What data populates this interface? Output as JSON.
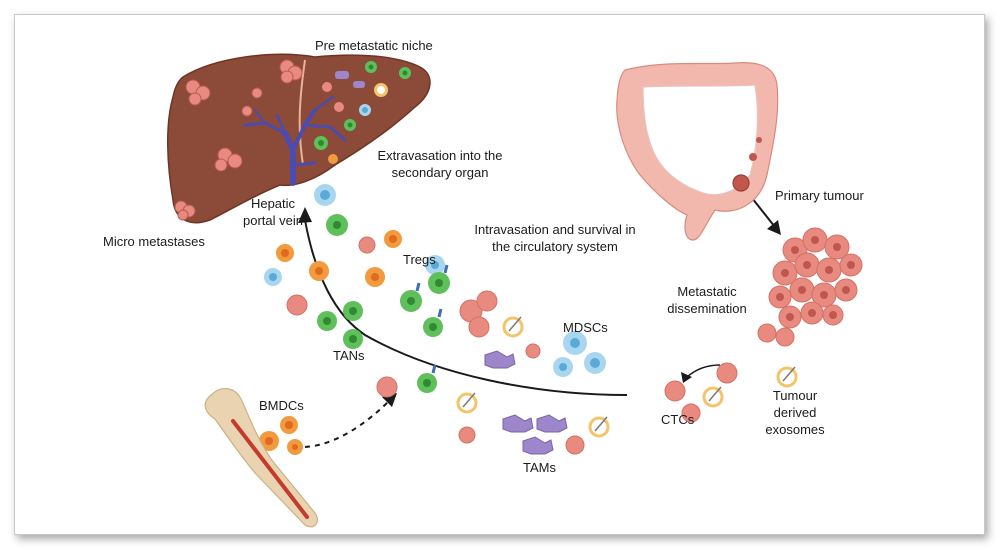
{
  "labels": {
    "pre_metastatic_niche": "Pre metastatic niche",
    "extravasation_1": "Extravasation into the",
    "extravasation_2": "secondary organ",
    "hepatic_1": "Hepatic",
    "hepatic_2": "portal vein",
    "micro_metastases": "Micro metastases",
    "intravasation_1": "Intravasation and survival in",
    "intravasation_2": "the circulatory system",
    "tregs": "Tregs",
    "mdscs": "MDSCs",
    "tans": "TANs",
    "bmdcs": "BMDCs",
    "tams": "TAMs",
    "ctcs": "CTCs",
    "primary_tumour": "Primary tumour",
    "metastatic_1": "Metastatic",
    "metastatic_2": "dissemination",
    "tumour_1": "Tumour",
    "tumour_2": "derived",
    "tumour_3": "exosomes"
  },
  "colors": {
    "liver": "#8c4a38",
    "liver_dark": "#6e3526",
    "portal_vein": "#4b4bb0",
    "colon": "#f2b7ad",
    "colon_dark": "#d98a7f",
    "tumour_cell": "#e98a80",
    "tumour_nucleus": "#c0574f",
    "green_cell": "#5fbf5a",
    "green_nucleus": "#2f8a31",
    "blue_cell": "#a9d6ef",
    "blue_nucleus": "#5aa9d9",
    "orange_cell": "#f19a3e",
    "orange_nucleus": "#e06a1e",
    "tam": "#9d86c9",
    "tam_nucleus": "#6a4ea5",
    "exosome": "#f3c46a",
    "bone": "#ead3b0",
    "marrow": "#c43a2c",
    "arrow": "#1a1a1a"
  }
}
